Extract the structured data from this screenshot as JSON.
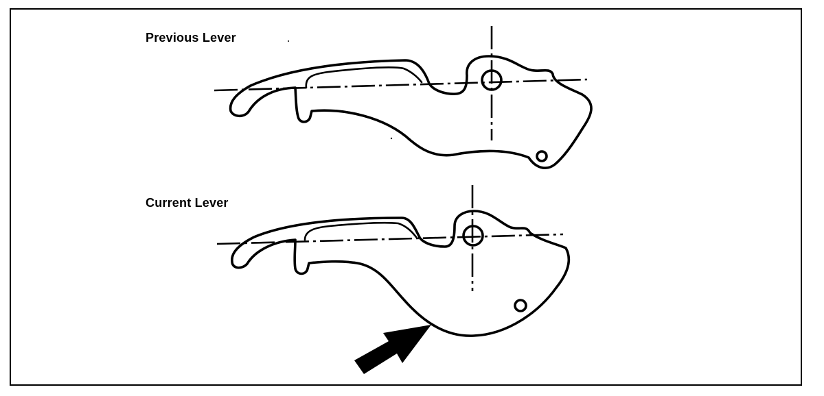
{
  "diagram": {
    "levers": [
      {
        "label": "Previous Lever"
      },
      {
        "label": "Current Lever"
      }
    ],
    "arrow_icon": "arrow-pointing-to-changed-profile"
  },
  "colors": {
    "line": "#000000",
    "background": "#ffffff"
  }
}
